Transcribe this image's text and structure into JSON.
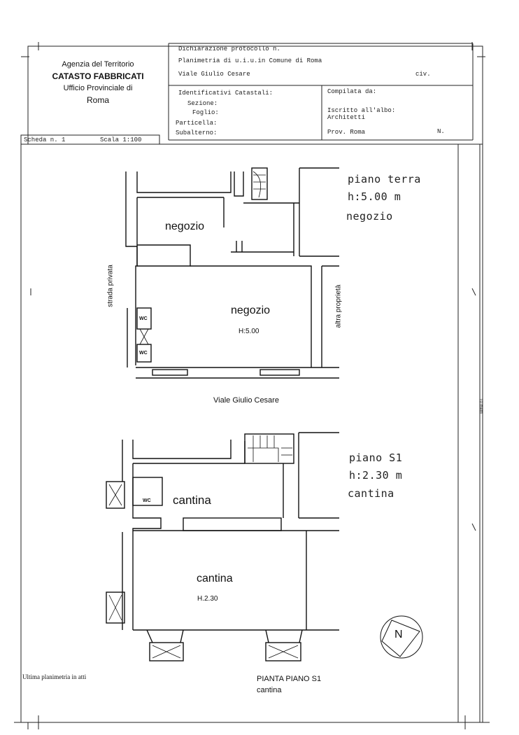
{
  "header": {
    "agency_line1": "Agenzia del Territorio",
    "agency_line2": "CATASTO FABBRICATI",
    "agency_line3": "Ufficio Provinciale di",
    "agency_line4": "Roma",
    "protocol": "Dichiarazione protocollo n.",
    "planimetria": "Planimetria di u.i.u.in Comune di Roma",
    "address": "Viale Giulio Cesare",
    "civ": "civ.",
    "identificativi": "Identificativi Catastali:",
    "sezione": "Sezione:",
    "foglio": "Foglio:",
    "particella": "Particella:",
    "subalterno": "Subalterno:",
    "compilata": "Compilata da:",
    "iscritto": "Iscritto all'albo:",
    "albo": "Architetti",
    "prov": "Prov. Roma",
    "n": "N.",
    "scheda": "Scheda n. 1",
    "scala": "Scala 1:100"
  },
  "plan_top": {
    "level_line1": "piano terra",
    "level_line2": "h:5.00 m",
    "level_line3": "negozio",
    "room1": "negozio",
    "room2": "negozio",
    "height": "H:5.00",
    "left_label": "strada privata",
    "right_label": "altra proprietà",
    "street": "Viale Giulio Cesare",
    "wc1": "WC",
    "wc2": "WC"
  },
  "plan_bottom": {
    "level_line1": "piano S1",
    "level_line2": "h:2.30 m",
    "level_line3": "cantina",
    "room1": "cantina",
    "room2": "cantina",
    "height": "H.2.30",
    "wc": "WC",
    "caption1": "PIANTA PIANO S1",
    "caption2": "cantina"
  },
  "footer": {
    "ultima": "Ultima planimetria in atti",
    "scale_bar": "10 metri",
    "north": "N"
  }
}
